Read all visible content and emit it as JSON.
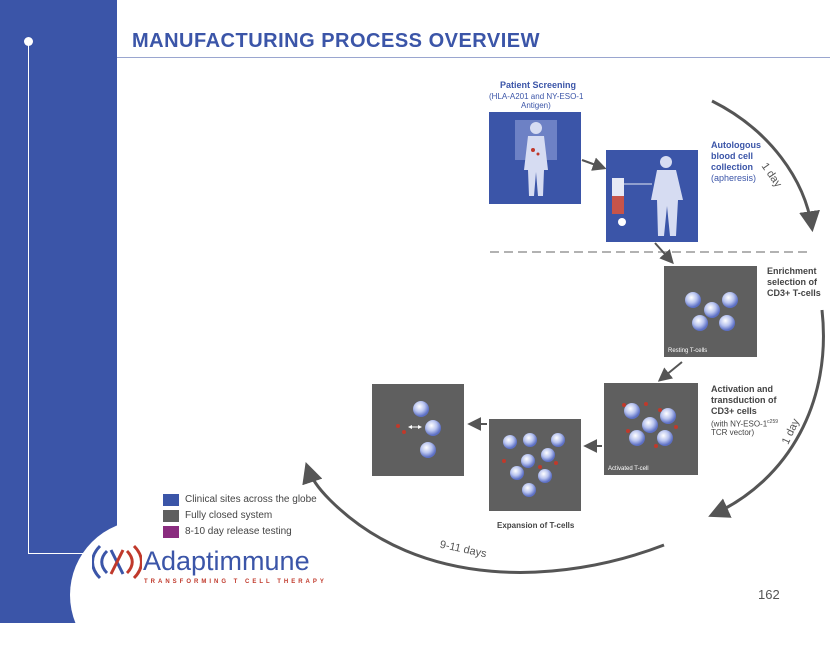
{
  "slide": {
    "title": "MANUFACTURING PROCESS OVERVIEW",
    "page_number": "162"
  },
  "colors": {
    "brand_blue": "#3b55a8",
    "closed_gray": "#5f5f5f",
    "release_purple": "#8a2c7f",
    "accent_red": "#c0392b"
  },
  "steps": {
    "screening_title": "Patient Screening",
    "screening_sub1": "(HLA-A201 and NY-ESO-1",
    "screening_sub2": "Antigen)",
    "collection_1": "Autologous",
    "collection_2": "blood cell",
    "collection_3": "collection",
    "collection_4": "(apheresis)",
    "enrich_1": "Enrichment",
    "enrich_2": "selection of",
    "enrich_3": "CD3+ T-cells",
    "resting_caption": "Resting T-cells",
    "activation_1": "Activation and",
    "activation_2": "transduction of",
    "activation_3": "CD3+ cells",
    "activation_4": "(with NY-ESO-1",
    "activation_sup": "c259",
    "activation_5": "TCR vector)",
    "activated_caption": "Activated T-cell",
    "expansion": "Expansion of T-cells"
  },
  "durations": {
    "first": "1 day",
    "second": "1 day",
    "third": "9-11 days"
  },
  "legend": [
    {
      "label": "Clinical sites across the globe",
      "color": "#3b55a8"
    },
    {
      "label": "Fully closed system",
      "color": "#5f5f5f"
    },
    {
      "label": "8-10 day release testing",
      "color": "#8a2c7f"
    }
  ],
  "logo": {
    "name": "Adaptimmune",
    "tagline": "TRANSFORMING T CELL THERAPY"
  }
}
